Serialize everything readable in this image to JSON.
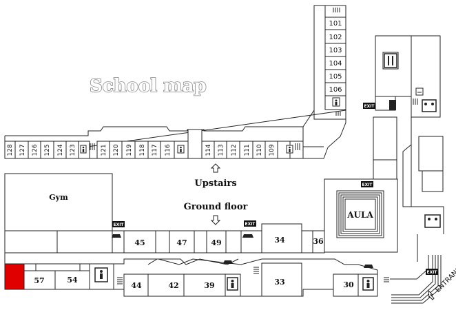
{
  "map": {
    "title": "School map",
    "upstairs_label": "Upstairs",
    "ground_floor_label": "Ground floor",
    "aula_label": "AULA",
    "gym_label": "Gym",
    "entrance_label": "ENTRANCE",
    "exit_label": "EXIT",
    "highlight_color": "#e00000",
    "upstairs_rooms_vertical": [
      "101",
      "102",
      "103",
      "104",
      "105",
      "106"
    ],
    "upstairs_rooms_corridor": [
      "128",
      "127",
      "126",
      "125",
      "124",
      "123",
      "121",
      "120",
      "119",
      "118",
      "117",
      "116",
      "114",
      "113",
      "112",
      "111",
      "110",
      "109"
    ],
    "ground_floor_rooms": [
      "57",
      "54",
      "45",
      "47",
      "49",
      "44",
      "42",
      "39",
      "34",
      "36",
      "33",
      "30"
    ]
  }
}
